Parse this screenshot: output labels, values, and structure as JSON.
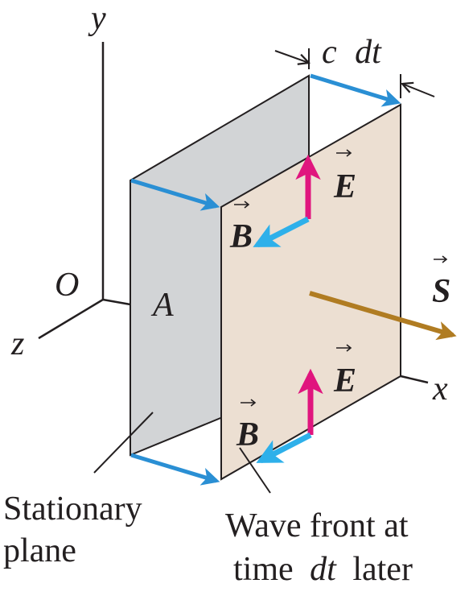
{
  "labels": {
    "axis_y": "y",
    "axis_x": "x",
    "axis_z": "z",
    "origin": "O",
    "area": "A",
    "width_c": "c",
    "width_dt": "dt",
    "e_field_top": "E",
    "e_field_bottom": "E",
    "b_field_top": "B",
    "b_field_bottom": "B",
    "poynting": "S",
    "stationary_line1": "Stationary",
    "stationary_line2": "plane",
    "wavefront_line1": "Wave front at",
    "wavefront_line2_prefix": "time",
    "wavefront_line2_dt": "dt",
    "wavefront_line2_suffix": "later"
  },
  "colors": {
    "stationary_plane": "#d2d4d6",
    "wave_front": "#ecdfd2",
    "displacement_arrow": "#2a8fd4",
    "b_arrow": "#2eb0ea",
    "e_arrow": "#e0157e",
    "s_arrow": "#b07c22",
    "outline": "#231f20"
  }
}
